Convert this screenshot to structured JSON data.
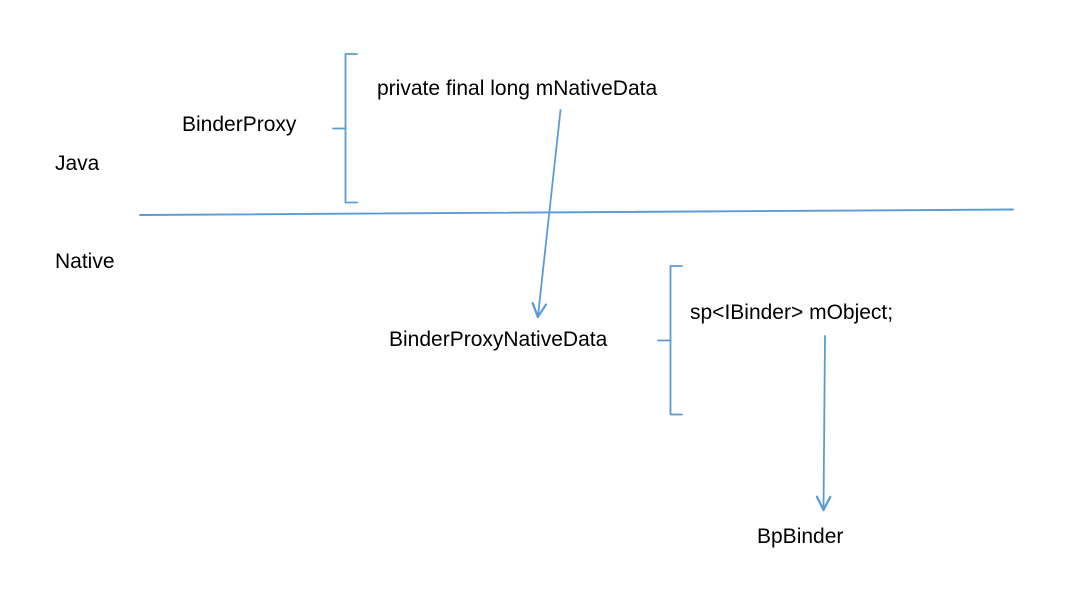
{
  "diagram": {
    "title": "Binder proxy Java/Native layer diagram",
    "accent_color": "#5B9BD5",
    "text_color": "#000000",
    "background_color": "#FFFFFF",
    "layers": [
      {
        "id": "java",
        "label": "Java"
      },
      {
        "id": "native",
        "label": "Native"
      }
    ],
    "nodes": [
      {
        "id": "binderproxy",
        "label": "BinderProxy"
      },
      {
        "id": "mnativedata-field",
        "label": "private final long mNativeData"
      },
      {
        "id": "binderproxynativedata",
        "label": "BinderProxyNativeData"
      },
      {
        "id": "mobject-field",
        "label": "sp<IBinder> mObject;"
      },
      {
        "id": "bpbinder",
        "label": "BpBinder"
      }
    ],
    "brackets": [
      {
        "id": "binderproxy-bracket",
        "owner": "BinderProxy",
        "contains": "private final long mNativeData"
      },
      {
        "id": "binderproxynativedata-bracket",
        "owner": "BinderProxyNativeData",
        "contains": "sp<IBinder> mObject;"
      }
    ],
    "connectors": [
      {
        "id": "mnativedata-to-bpnd",
        "kind": "arrow",
        "from": "private final long mNativeData",
        "to": "BinderProxyNativeData"
      },
      {
        "id": "mobject-to-bpbinder",
        "kind": "arrow",
        "from": "sp<IBinder> mObject;",
        "to": "BpBinder"
      }
    ],
    "divider": {
      "id": "java-native-divider",
      "kind": "horizontal-rule",
      "separates": "Java / Native"
    }
  }
}
